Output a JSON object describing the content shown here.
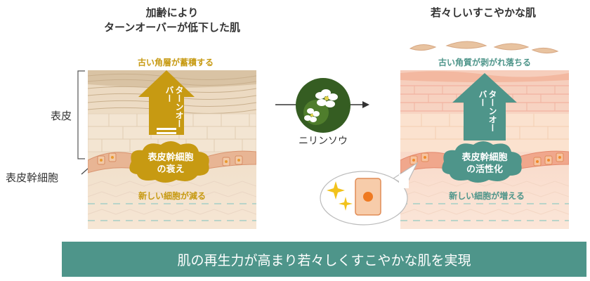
{
  "left": {
    "title_line1": "加齢により",
    "title_line2": "ターンオーバーが低下した肌",
    "top_caption": "古い角層が蓄積する",
    "arrow_text": "ターンオーバー",
    "cell_label_line1": "表皮幹細胞",
    "cell_label_line2": "の衰え",
    "bottom_caption": "新しい細胞が減る"
  },
  "right": {
    "title": "若々しいすこやかな肌",
    "top_caption": "古い角質が剥がれ落ちる",
    "arrow_text": "ターンオーバー",
    "cell_label_line1": "表皮幹細胞",
    "cell_label_line2": "の活性化",
    "bottom_caption": "新しい細胞が増える"
  },
  "labels": {
    "epidermis": "表皮",
    "stem_cell": "表皮幹細胞",
    "plant": "ニリンソウ"
  },
  "banner": "肌の再生力が高まり若々しくすこやかな肌を実現",
  "colors": {
    "left_accent": "#c79a12",
    "right_accent": "#4e958a",
    "banner_bg": "#4e958a"
  }
}
